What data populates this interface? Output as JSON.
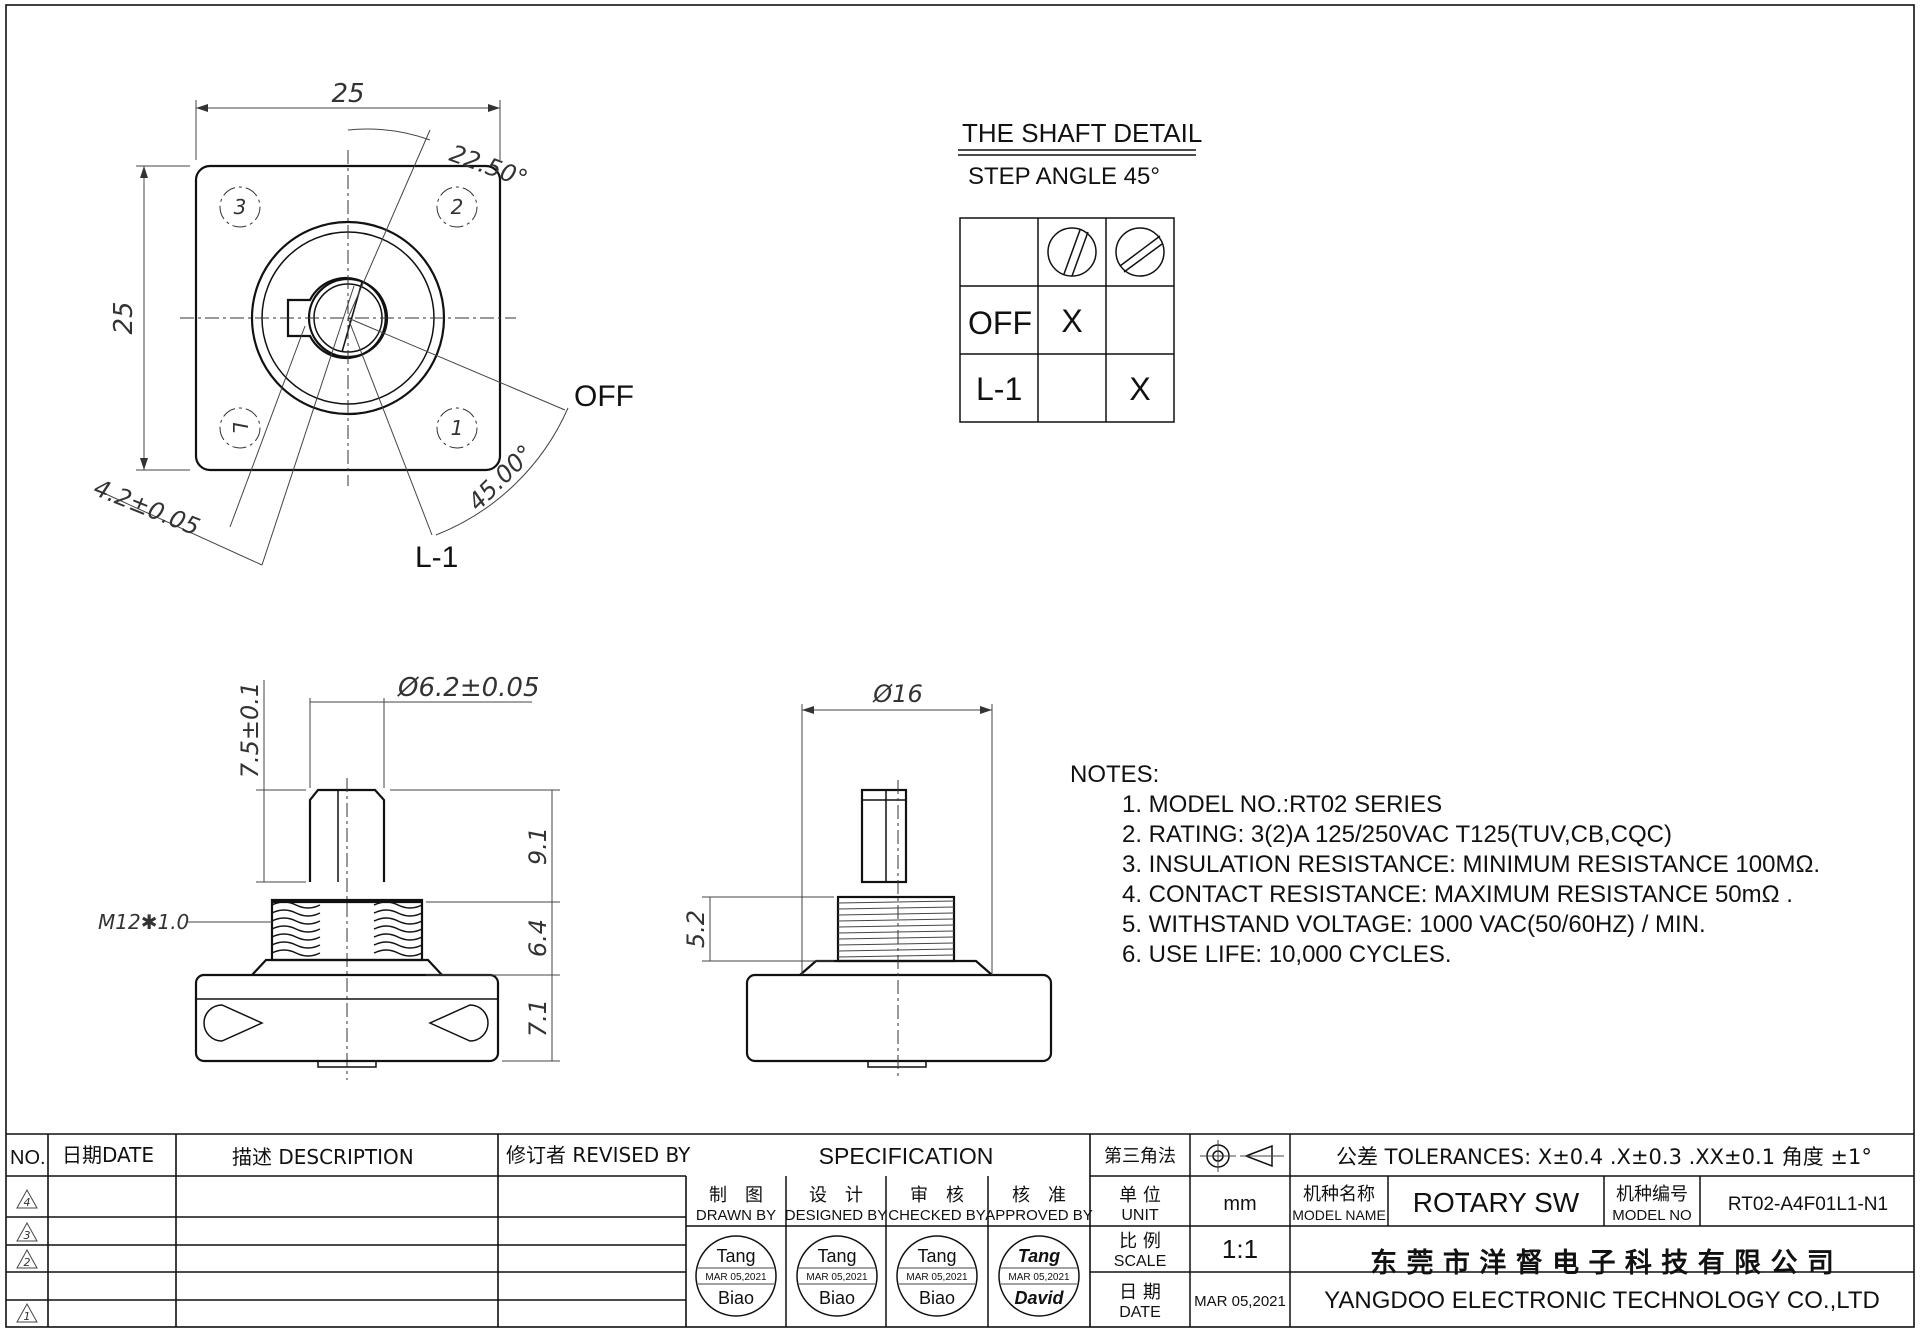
{
  "drawing": {
    "top_view": {
      "dim_width": "25",
      "dim_height": "25",
      "dim_angle_small": "22.50°",
      "dim_angle_large": "45.00°",
      "dim_offset": "4.2±0.05",
      "label_off": "OFF",
      "label_l1": "L-1",
      "terminals": [
        "3",
        "2",
        "L",
        "1"
      ]
    },
    "side_view": {
      "dim_shaft_dia": "Ø6.2±0.05",
      "dim_shaft_len": "7.5±0.1",
      "dim_h1": "9.1",
      "dim_h2": "6.4",
      "dim_h3": "7.1",
      "thread": "M12✱1.0"
    },
    "front_view": {
      "dim_body_dia": "Ø16",
      "dim_thread_len": "5.2"
    }
  },
  "shaft_detail": {
    "title": "THE SHAFT DETAIL",
    "subtitle": "STEP ANGLE 45°",
    "rows": [
      {
        "label": "OFF",
        "c1": "X",
        "c2": ""
      },
      {
        "label": "L-1",
        "c1": "",
        "c2": "X"
      }
    ]
  },
  "notes": {
    "heading": "NOTES:",
    "items": [
      "1. MODEL NO.:RT02 SERIES",
      "2. RATING:  3(2)A 125/250VAC T125(TUV,CB,CQC)",
      "3. INSULATION RESISTANCE: MINIMUM RESISTANCE 100MΩ.",
      "4. CONTACT RESISTANCE: MAXIMUM RESISTANCE 50mΩ .",
      "5. WITHSTAND VOLTAGE: 1000 VAC(50/60HZ) / MIN.",
      "6. USE LIFE: 10,000 CYCLES."
    ]
  },
  "title_block": {
    "revision": {
      "no": "NO.",
      "date": "日期DATE",
      "desc": "描述 DESCRIPTION",
      "revised_by": "修订者 REVISED BY",
      "rows": [
        "4",
        "3",
        "2",
        "1"
      ]
    },
    "spec": "SPECIFICATION",
    "roles": [
      {
        "cn": "制　图",
        "en": "DRAWN BY",
        "stamp_top": "Tang",
        "stamp_date": "MAR 05,2021",
        "stamp_bottom": "Biao"
      },
      {
        "cn": "设　计",
        "en": "DESIGNED BY",
        "stamp_top": "Tang",
        "stamp_date": "MAR 05,2021",
        "stamp_bottom": "Biao"
      },
      {
        "cn": "审　核",
        "en": "CHECKED BY",
        "stamp_top": "Tang",
        "stamp_date": "MAR 05,2021",
        "stamp_bottom": "Biao"
      },
      {
        "cn": "核　准",
        "en": "APPROVED BY",
        "stamp_top": "Tang",
        "stamp_date": "MAR 05,2021",
        "stamp_bottom": "David"
      }
    ],
    "projection": "第三角法",
    "tolerances": "公差 TOLERANCES: X±0.4  .X±0.3 .XX±0.1 角度 ±1°",
    "unit_cn": "单 位",
    "unit_en": "UNIT",
    "unit_val": "mm",
    "scale_cn": "比 例",
    "scale_en": "SCALE",
    "scale_val": "1:1",
    "date_cn": "日 期",
    "date_en": "DATE",
    "date_val": "MAR 05,2021",
    "model_name_cn": "机种名称",
    "model_name_en": "MODEL NAME",
    "model_name_val": "ROTARY SW",
    "model_no_cn": "机种编号",
    "model_no_en": "MODEL NO",
    "model_no_val": "RT02-A4F01L1-N1",
    "company_cn": "东 莞 市 洋 督 电 子 科 技 有 限 公 司",
    "company_en": "YANGDOO  ELECTRONIC TECHNOLOGY CO.,LTD"
  }
}
